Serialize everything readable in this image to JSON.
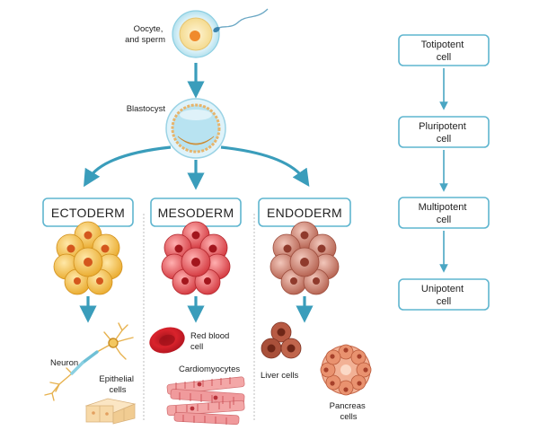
{
  "top": {
    "oocyte_label": [
      "Oocyte,",
      "and sperm"
    ],
    "blastocyst_label": "Blastocyst"
  },
  "germ_layers": [
    {
      "label": "ECTODERM"
    },
    {
      "label": "MESODERM"
    },
    {
      "label": "ENDODERM"
    }
  ],
  "cells": {
    "neuron": "Neuron",
    "epithelial": [
      "Epithelial",
      "cells"
    ],
    "red_blood": [
      "Red blood",
      "cell"
    ],
    "cardiomyocytes": "Cardiomyocytes",
    "liver": "Liver cells",
    "pancreas": [
      "Pancreas",
      "cells"
    ]
  },
  "potency": [
    [
      "Totipotent",
      "cell"
    ],
    [
      "Pluripotent",
      "cell"
    ],
    [
      "Multipotent",
      "cell"
    ],
    [
      "Unipotent",
      "cell"
    ]
  ],
  "colors": {
    "arrow": "#3a9dbb",
    "box_border": "#5fb5cf",
    "ectoderm": "#f2c14a",
    "mesoderm": "#e0494f",
    "endoderm": "#c97b6b",
    "divider": "#b8b8b8"
  }
}
